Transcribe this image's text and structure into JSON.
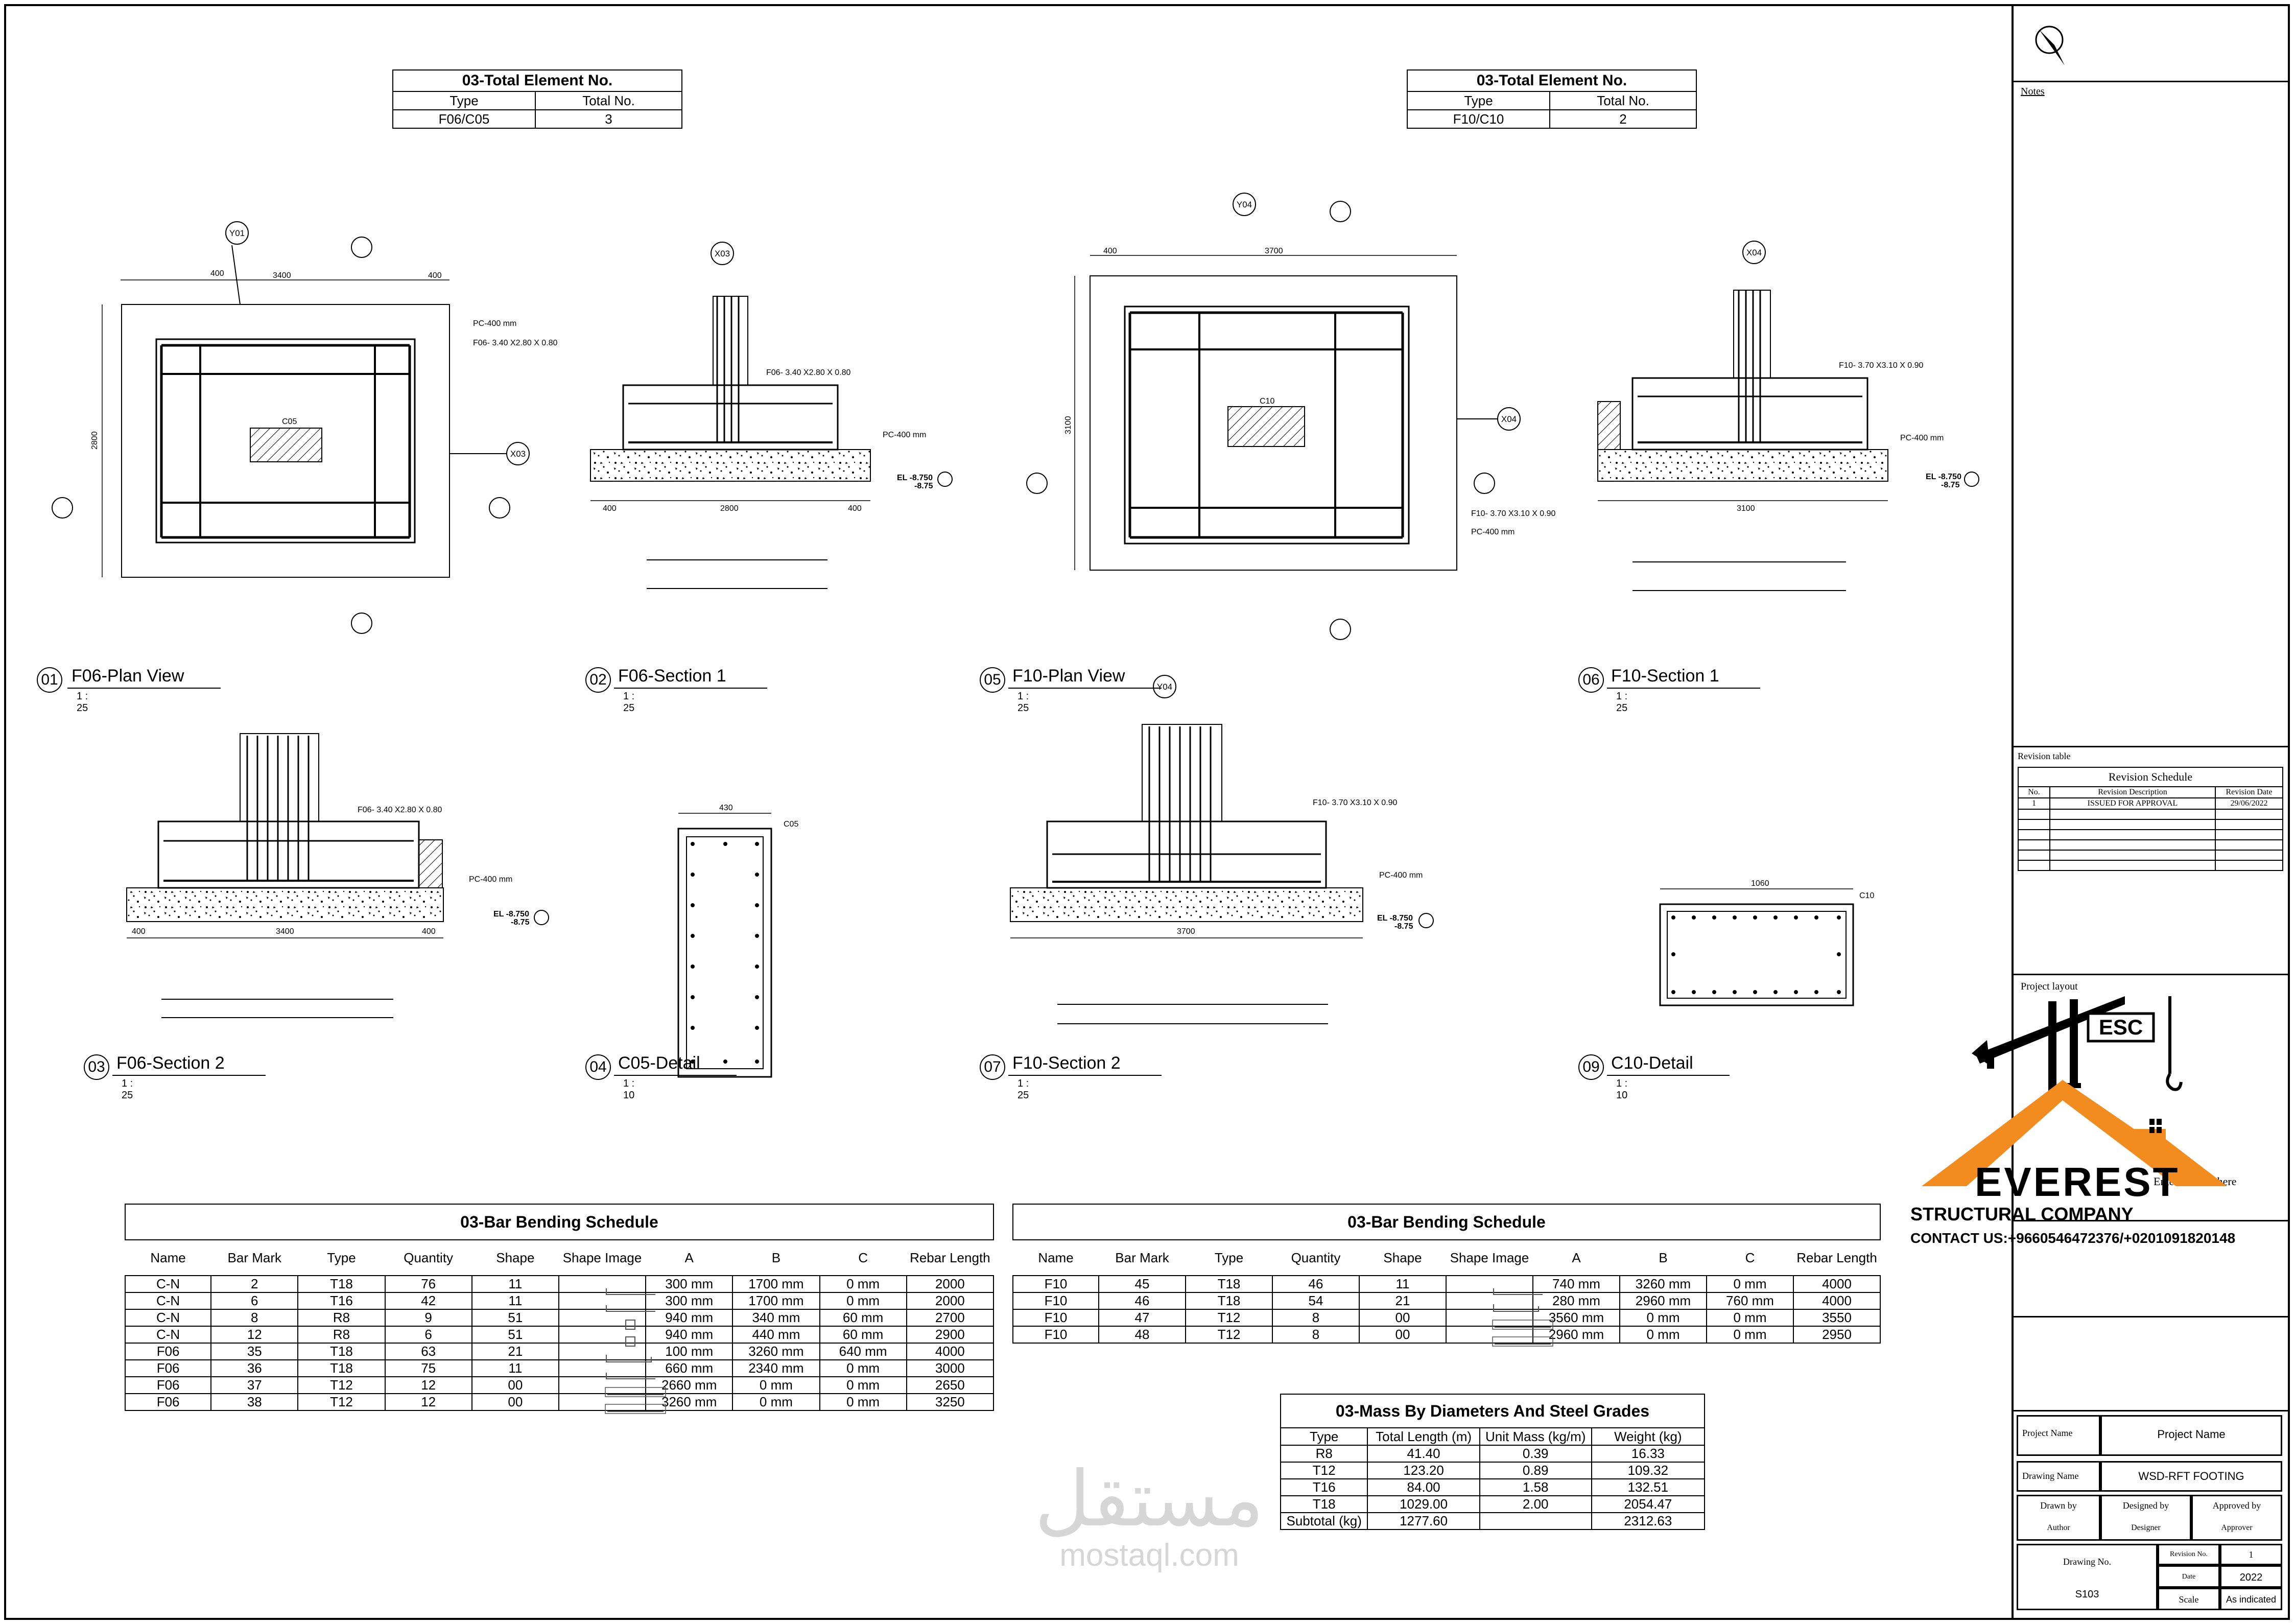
{
  "total_elements": [
    {
      "title": "03-Total Element No.",
      "col1": "Type",
      "col2": "Total No.",
      "type": "F06/C05",
      "total": "3"
    },
    {
      "title": "03-Total Element No.",
      "col1": "Type",
      "col2": "Total No.",
      "type": "F10/C10",
      "total": "2"
    }
  ],
  "views": [
    {
      "num": "01",
      "title": "F06-Plan View",
      "scale": "1 : 25"
    },
    {
      "num": "02",
      "title": "F06-Section 1",
      "scale": "1 : 25"
    },
    {
      "num": "05",
      "title": "F10-Plan View",
      "scale": "1 : 25"
    },
    {
      "num": "06",
      "title": "F10-Section 1",
      "scale": "1 : 25"
    },
    {
      "num": "03",
      "title": "F06-Section 2",
      "scale": "1 : 25"
    },
    {
      "num": "04",
      "title": "C05-Detail",
      "scale": "1 : 10"
    },
    {
      "num": "07",
      "title": "F10-Section 2",
      "scale": "1 : 25"
    },
    {
      "num": "09",
      "title": "C10-Detail",
      "scale": "1 : 10"
    }
  ],
  "drawing_labels": {
    "y01": "Y01",
    "x03": "X03",
    "y04": "Y04",
    "x04": "X04",
    "c05": "C05",
    "c10": "C10",
    "pc400": "PC-400 mm",
    "f06_size": "F06- 3.40 X2.80 X 0.80",
    "f10_size": "F10- 3.70 X3.10 X 0.90",
    "el": "EL -8.750",
    "el2": "-8.75",
    "dim400": "400",
    "dim3400": "3400",
    "dim2800": "2800",
    "dim3700": "3700",
    "dim3100": "3100",
    "dim430": "430",
    "dim1060": "1060"
  },
  "bbs_left": {
    "title": "03-Bar Bending Schedule",
    "headers": [
      "Name",
      "Bar Mark",
      "Type",
      "Quantity",
      "Shape",
      "Shape Image",
      "A",
      "B",
      "C",
      "Rebar Length"
    ],
    "rows": [
      [
        "C-N",
        "2",
        "T18",
        "76",
        "11",
        "",
        "300 mm",
        "1700 mm",
        "0 mm",
        "2000"
      ],
      [
        "C-N",
        "6",
        "T16",
        "42",
        "11",
        "",
        "300 mm",
        "1700 mm",
        "0 mm",
        "2000"
      ],
      [
        "C-N",
        "8",
        "R8",
        "9",
        "51",
        "",
        "940 mm",
        "340 mm",
        "60 mm",
        "2700"
      ],
      [
        "C-N",
        "12",
        "R8",
        "6",
        "51",
        "",
        "940 mm",
        "440 mm",
        "60 mm",
        "2900"
      ],
      [
        "F06",
        "35",
        "T18",
        "63",
        "21",
        "",
        "100 mm",
        "3260 mm",
        "640 mm",
        "4000"
      ],
      [
        "F06",
        "36",
        "T18",
        "75",
        "11",
        "",
        "660 mm",
        "2340 mm",
        "0 mm",
        "3000"
      ],
      [
        "F06",
        "37",
        "T12",
        "12",
        "00",
        "",
        "2660 mm",
        "0 mm",
        "0 mm",
        "2650"
      ],
      [
        "F06",
        "38",
        "T12",
        "12",
        "00",
        "",
        "3260 mm",
        "0 mm",
        "0 mm",
        "3250"
      ]
    ]
  },
  "bbs_right": {
    "title": "03-Bar Bending Schedule",
    "headers": [
      "Name",
      "Bar Mark",
      "Type",
      "Quantity",
      "Shape",
      "Shape Image",
      "A",
      "B",
      "C",
      "Rebar Length"
    ],
    "rows": [
      [
        "F10",
        "45",
        "T18",
        "46",
        "11",
        "",
        "740 mm",
        "3260 mm",
        "0 mm",
        "4000"
      ],
      [
        "F10",
        "46",
        "T18",
        "54",
        "21",
        "",
        "280 mm",
        "2960 mm",
        "760 mm",
        "4000"
      ],
      [
        "F10",
        "47",
        "T12",
        "8",
        "00",
        "",
        "3560 mm",
        "0 mm",
        "0 mm",
        "3550"
      ],
      [
        "F10",
        "48",
        "T12",
        "8",
        "00",
        "",
        "2960 mm",
        "0 mm",
        "0 mm",
        "2950"
      ]
    ]
  },
  "mass": {
    "title": "03-Mass By Diameters And Steel Grades",
    "headers": [
      "Type",
      "Total Length (m)",
      "Unit Mass (kg/m)",
      "Weight (kg)"
    ],
    "rows": [
      [
        "R8",
        "41.40",
        "0.39",
        "16.33"
      ],
      [
        "T12",
        "123.20",
        "0.89",
        "109.32"
      ],
      [
        "T16",
        "84.00",
        "1.58",
        "132.51"
      ],
      [
        "T18",
        "1029.00",
        "2.00",
        "2054.47"
      ],
      [
        "Subtotal (kg)",
        "1277.60",
        "",
        "2312.63"
      ]
    ]
  },
  "title_block": {
    "notes": "Notes",
    "revision_table": "Revision table",
    "revision_schedule": "Revision Schedule",
    "rev_headers": [
      "No.",
      "Revision Description",
      "Revision Date"
    ],
    "rev_row": [
      "1",
      "ISSUED FOR APPROVAL",
      "29/06/2022"
    ],
    "project_layout": "Project layout",
    "address": "Enter address here",
    "project_name_label": "Project Name",
    "project_name": "Project Name",
    "drawing_name_label": "Drawing Name",
    "drawing_name": "WSD-RFT FOOTING",
    "drawn_by": "Drawn by",
    "designed_by": "Designed by",
    "approved_by": "Approved by",
    "author": "Author",
    "designer": "Designer",
    "approver": "Approver",
    "drawing_no_label": "Drawing No.",
    "revision_no_label": "Revision No.",
    "revision_no": "1",
    "date_label": "Date",
    "date": "2022",
    "drawing_no": "S103",
    "scale_label": "Scale",
    "scale": "As indicated"
  },
  "logo": {
    "esc": "ESC",
    "name": "EVEREST",
    "company": "STRUCTURAL COMPANY",
    "contact": "CONTACT US:+9660546472376/+0201091820148",
    "orange": "#F28C1E"
  },
  "watermark": {
    "arabic": "مستقل",
    "latin": "mostaql.com"
  }
}
